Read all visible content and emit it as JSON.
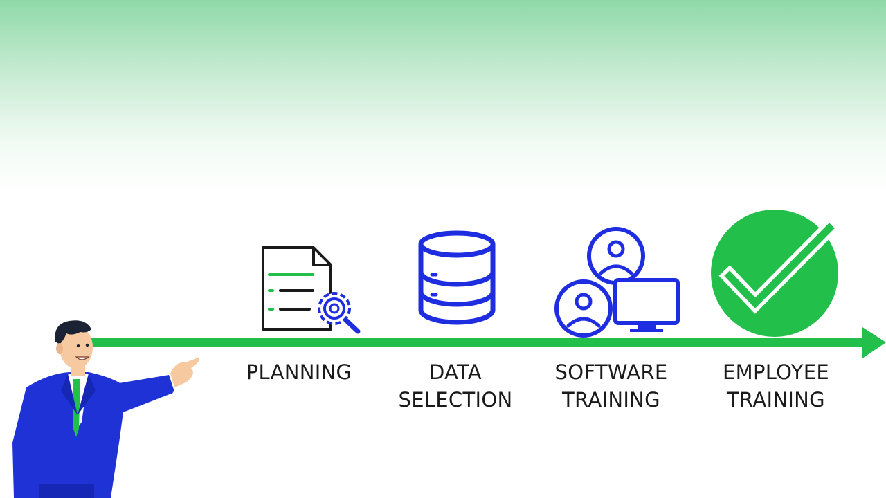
{
  "colors": {
    "accent_green": "#22c04b",
    "icon_blue": "#1f2de0",
    "suit_blue": "#1f32d6",
    "text": "#1a1a1a"
  },
  "steps": [
    {
      "icon": "document-search-icon",
      "lines": [
        "PLANNING"
      ]
    },
    {
      "icon": "database-icon",
      "lines": [
        "DATA",
        "SELECTION"
      ]
    },
    {
      "icon": "users-monitor-icon",
      "lines": [
        "SOFTWARE",
        "TRAINING"
      ]
    },
    {
      "icon": "checkmark-circle-icon",
      "lines": [
        "EMPLOYEE",
        "TRAINING"
      ]
    }
  ]
}
